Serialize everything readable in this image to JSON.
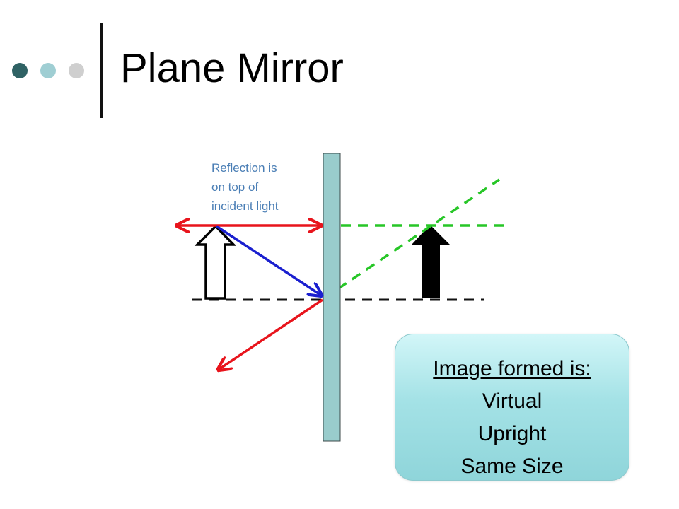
{
  "slide": {
    "title": "Plane Mirror",
    "dot_colors": [
      "#2f6264",
      "#9fced3",
      "#cfcfcf"
    ]
  },
  "annotation": {
    "lines": [
      "Reflection is",
      "on top of",
      "incident light"
    ]
  },
  "info_box": {
    "heading": "Image formed is:",
    "items": [
      "Virtual",
      "Upright",
      "Same Size"
    ]
  },
  "colors": {
    "mirror": "#99cccc",
    "incident_ray": "#e8141c",
    "reflected_ray": "#1a1fcf",
    "virtual_ray": "#27c627",
    "image": "#000000",
    "object_fill": "#ffffff"
  }
}
